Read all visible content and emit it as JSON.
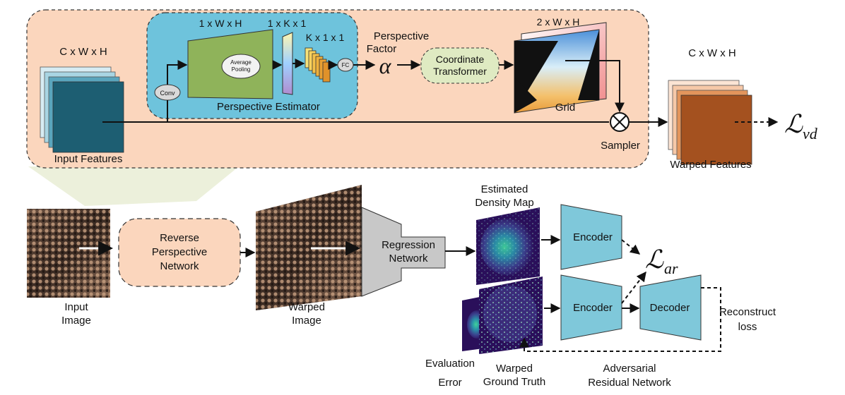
{
  "top": {
    "input_dims": "C x W x H",
    "input_label": "Input Features",
    "dims_conv": "1 x W x H",
    "dims_kx": "1 x K x 1",
    "dims_k11": "K x 1 x 1",
    "conv": "Conv",
    "avg_pool_line1": "Average",
    "avg_pool_line2": "Pooling",
    "fc": "FC",
    "estimator_label": "Perspective Estimator",
    "factor_line1": "Perspective",
    "factor_line2": "Factor",
    "alpha": "α",
    "coord_line1": "Coordinate",
    "coord_line2": "Transformer",
    "grid_dims": "2 x W x H",
    "grid_label": "Grid",
    "sampler_label": "Sampler",
    "output_dims": "C x W x H",
    "output_label": "Warped Features",
    "loss_vd_main": "ℒ",
    "loss_vd_sub": "vd"
  },
  "bottom": {
    "input_image_line1": "Input",
    "input_image_line2": "Image",
    "rpn_line1": "Reverse",
    "rpn_line2": "Perspective",
    "rpn_line3": "Network",
    "warped_image_line1": "Warped",
    "warped_image_line2": "Image",
    "regression_line1": "Regression",
    "regression_line2": "Network",
    "density_line1": "Estimated",
    "density_line2": "Density Map",
    "encoder1": "Encoder",
    "encoder2": "Encoder",
    "decoder": "Decoder",
    "loss_ar_main": "ℒ",
    "loss_ar_sub": "ar",
    "reconstruct_line1": "Reconstruct",
    "reconstruct_line2": "loss",
    "eval_line1": "Evaluation",
    "eval_line2": "Error",
    "wgt_line1": "Warped",
    "wgt_line2": "Ground Truth",
    "arn_line1": "Adversarial",
    "arn_line2": "Residual Network"
  },
  "colors": {
    "panel_fill": "#fbd6bd",
    "estimator_fill": "#6ec3dc",
    "green_block": "#8fb35a",
    "teal": "#1d5e72",
    "rust": "#a4511f",
    "encoder_fill": "#7fc8da",
    "regression_fill": "#c8c8c8",
    "density_bg": "#2a0f5a"
  }
}
